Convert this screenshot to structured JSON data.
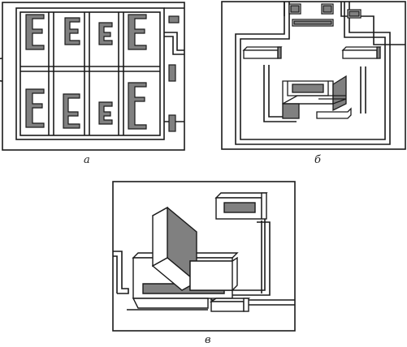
{
  "figure": {
    "panels": [
      {
        "id": "a",
        "caption": "а"
      },
      {
        "id": "b",
        "caption": "б"
      },
      {
        "id": "c",
        "caption": "в"
      }
    ],
    "colors": {
      "frame": "#1a1a1a",
      "fill_dark": "#808080",
      "fill_light": "#ffffff",
      "background": "#ffffff"
    }
  }
}
